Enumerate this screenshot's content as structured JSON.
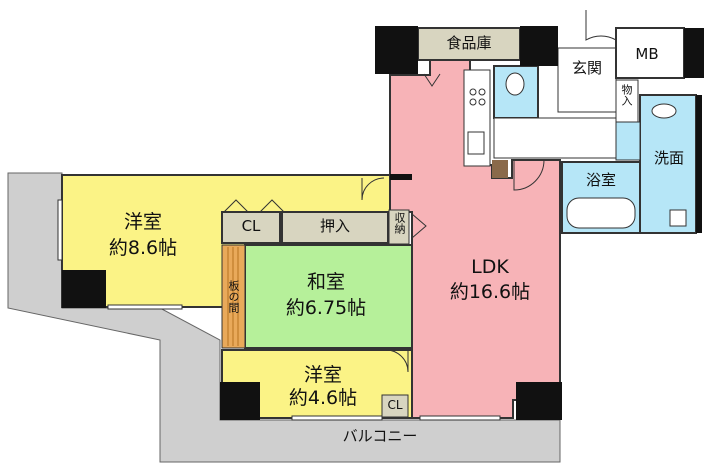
{
  "rooms": {
    "western1": {
      "name": "洋室",
      "size": "約8.6帖"
    },
    "japanese": {
      "name": "和室",
      "size": "約6.75帖"
    },
    "western2": {
      "name": "洋室",
      "size": "約4.6帖"
    },
    "ldk": {
      "name": "LDK",
      "size": "約16.6帖"
    },
    "pantry": "食品庫",
    "entrance": "玄関",
    "mb": "MB",
    "storage": "物入",
    "washroom": "洗面",
    "bathroom": "浴室",
    "closet1": "CL",
    "closet2": "CL",
    "oshiire": "押入",
    "shuno": "収納",
    "itanoma": "板の間",
    "balcony": "バルコニー"
  },
  "colors": {
    "ldk": "#f7b3b7",
    "western": "#fbf386",
    "japanese": "#b6f09a",
    "wet": "#b6e6f7",
    "balcony": "#cfcfcf",
    "wall": "#111111",
    "wood": "#e9a95a",
    "closet": "#d8d5c0"
  }
}
